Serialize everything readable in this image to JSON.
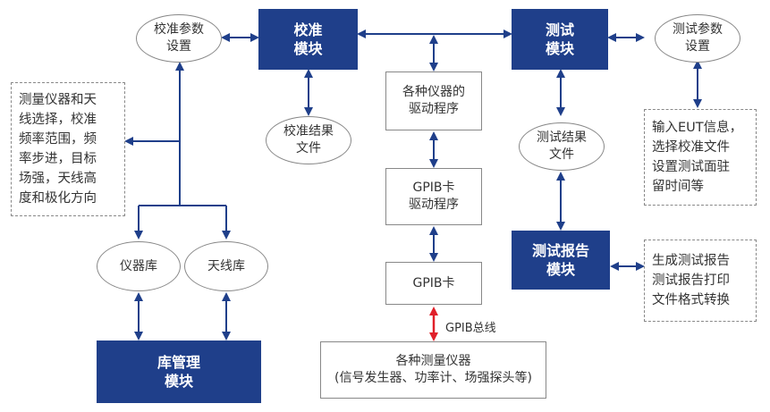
{
  "colors": {
    "module": "#1f3f8a",
    "arrow": "#1f3f8a",
    "bus_arrow": "#e0202a",
    "border": "#888888"
  },
  "nodes": {
    "calib_module": "校准\n模块",
    "test_module": "测试\n模块",
    "report_module": "测试报告\n模块",
    "lib_module": "库管理\n模块",
    "calib_params": "校准参数\n设置",
    "test_params": "测试参数\n设置",
    "calib_result": "校准结果\n文件",
    "test_result": "测试结果\n文件",
    "instr_lib": "仪器库",
    "antenna_lib": "天线库",
    "drivers": "各种仪器的\n驱动程序",
    "gpib_driver": "GPIB卡\n驱动程序",
    "gpib_card": "GPIB卡",
    "instruments": "各种测量仪器\n(信号发生器、功率计、场强探头等)",
    "calib_note": "测量仪器和天\n线选择，校准\n频率范围，频\n率步进，目标\n场强，天线高\n度和极化方向",
    "test_note": "输入EUT信息，\n选择校准文件\n设置测试面驻\n留时间等",
    "report_note": "生成测试报告\n测试报告打印\n文件格式转换"
  },
  "bus_label": "GPIB总线"
}
